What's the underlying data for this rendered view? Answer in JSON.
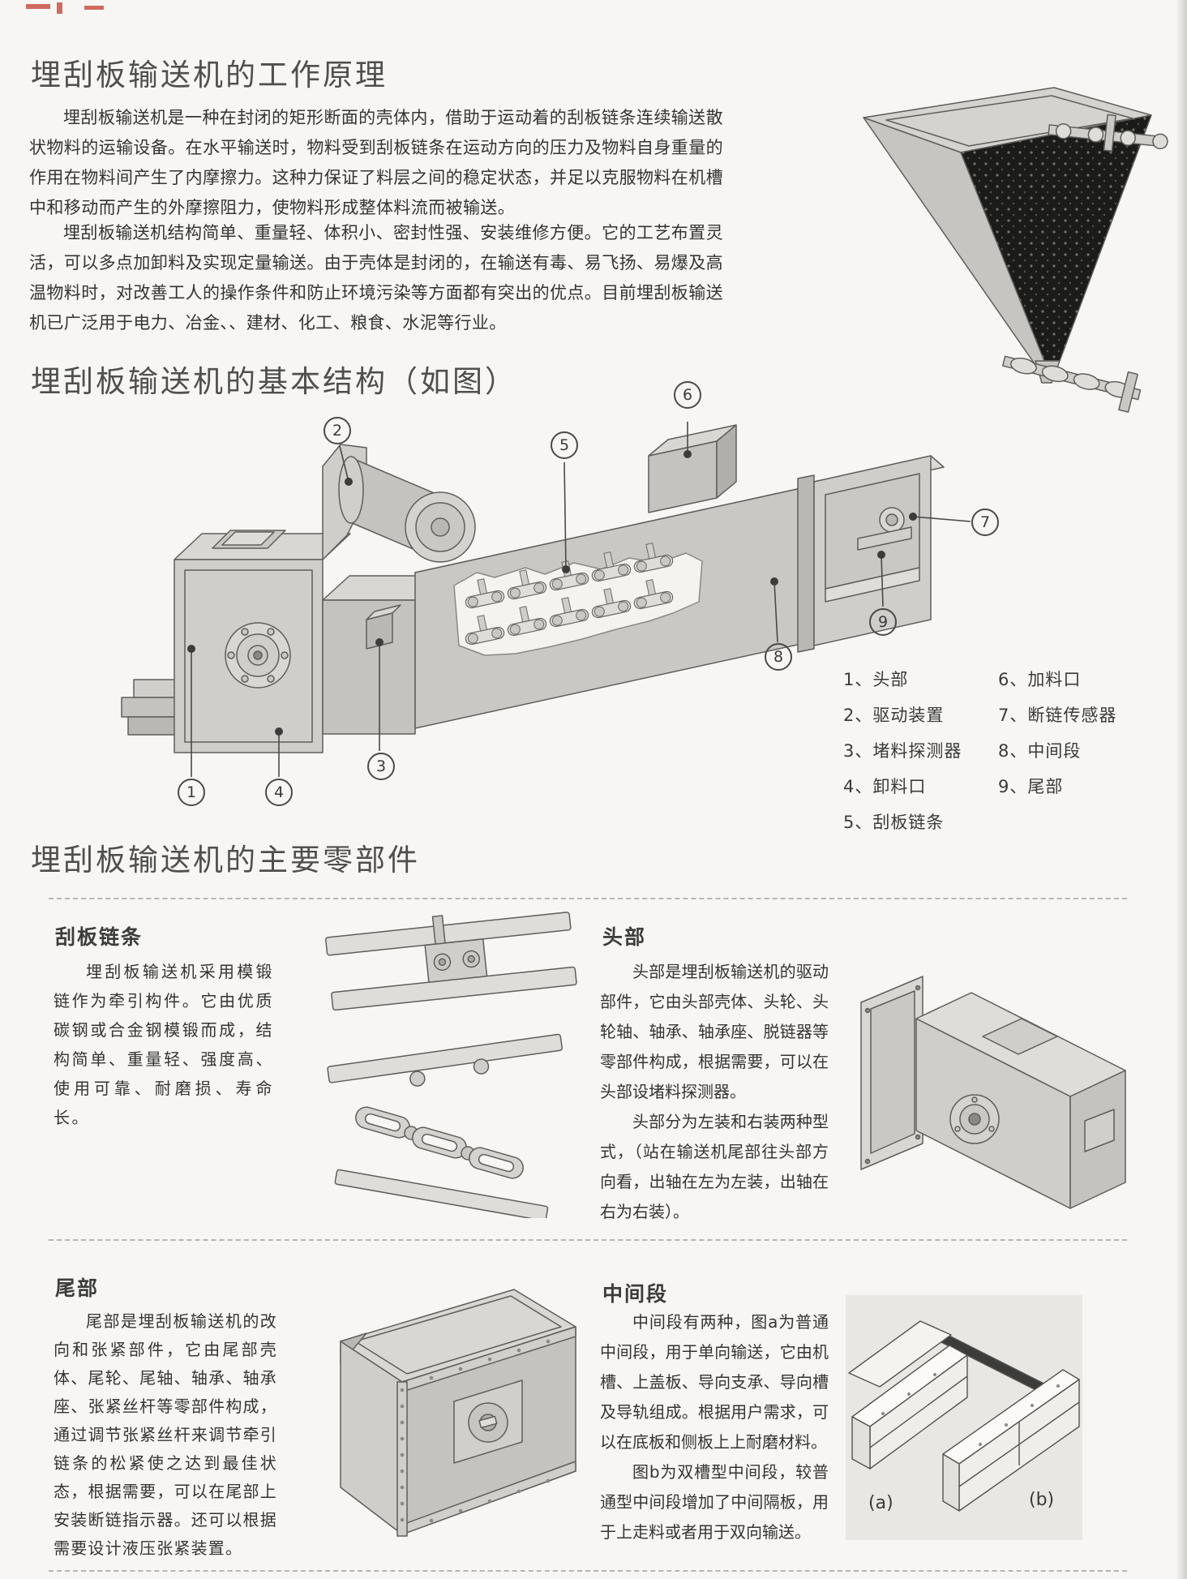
{
  "page": {
    "section1_title": "埋刮板输送机的工作原理",
    "para1": "埋刮板输送机是一种在封闭的矩形断面的壳体内，借助于运动着的刮板链条连续输送散状物料的运输设备。在水平输送时，物料受到刮板链条在运动方向的压力及物料自身重量的作用在物料间产生了内摩擦力。这种力保证了料层之间的稳定状态，并足以克服物料在机槽中和移动而产生的外摩擦阻力，使物料形成整体料流而被输送。",
    "para2": "埋刮板输送机结构简单、重量轻、体积小、密封性强、安装维修方便。它的工艺布置灵活，可以多点加卸料及实现定量输送。由于壳体是封闭的，在输送有毒、易飞扬、易爆及高温物料时，对改善工人的操作条件和防止环境污染等方面都有突出的优点。目前埋刮板输送机已广泛用于电力、冶金、、建材、化工、粮食、水泥等行业。",
    "section2_title": "埋刮板输送机的基本结构（如图）",
    "section3_title": "埋刮板输送机的主要零部件"
  },
  "diagram": {
    "callouts": [
      "1",
      "2",
      "3",
      "4",
      "5",
      "6",
      "7",
      "8",
      "9"
    ]
  },
  "legend": {
    "col1": [
      "1、头部",
      "2、驱动装置",
      "3、堵料探测器",
      "4、卸料口",
      "5、刮板链条"
    ],
    "col2": [
      "6、加料口",
      "7、断链传感器",
      "8、中间段",
      "9、尾部"
    ]
  },
  "parts": {
    "scraper_chain": {
      "title": "刮板链条",
      "body": "埋刮板输送机采用模锻链作为牵引构件。它由优质碳钢或合金钢模锻而成，结构简单、重量轻、强度高、使用可靠、耐磨损、寿命长。"
    },
    "head": {
      "title": "头部",
      "body1": "头部是埋刮板输送机的驱动部件，它由头部壳体、头轮、头轮轴、轴承、轴承座、脱链器等零部件构成，根据需要，可以在头部设堵料探测器。",
      "body2": "头部分为左装和右装两种型式，（站在输送机尾部往头部方向看，出轴在左为左装，出轴在右为右装）。"
    },
    "tail": {
      "title": "尾部",
      "body": "尾部是埋刮板输送机的改向和张紧部件，它由尾部壳体、尾轮、尾轴、轴承、轴承座、张紧丝杆等零部件构成，通过调节张紧丝杆来调节牵引链条的松紧使之达到最佳状态，根据需要，可以在尾部上安装断链指示器。还可以根据需要设计液压张紧装置。"
    },
    "middle": {
      "title": "中间段",
      "body1": "中间段有两种，图a为普通中间段，用于单向输送，它由机槽、上盖板、导向支承、导向槽及导轨组成。根据用户需求，可以在底板和侧板上上耐磨材料。",
      "body2": "图b为双槽型中间段，较普通型中间段增加了中间隔板，用于上走料或者用于双向输送。",
      "label_a": "(a)",
      "label_b": "(b)"
    }
  },
  "colors": {
    "paper": "#f7f6f4",
    "ink": "#3a3a38",
    "drawing_fill": "#c9c8c4",
    "drawing_dark_fill": "#1b1b1a",
    "panel_bg": "#e9e7e3",
    "registration_red": "#c44a3a"
  }
}
